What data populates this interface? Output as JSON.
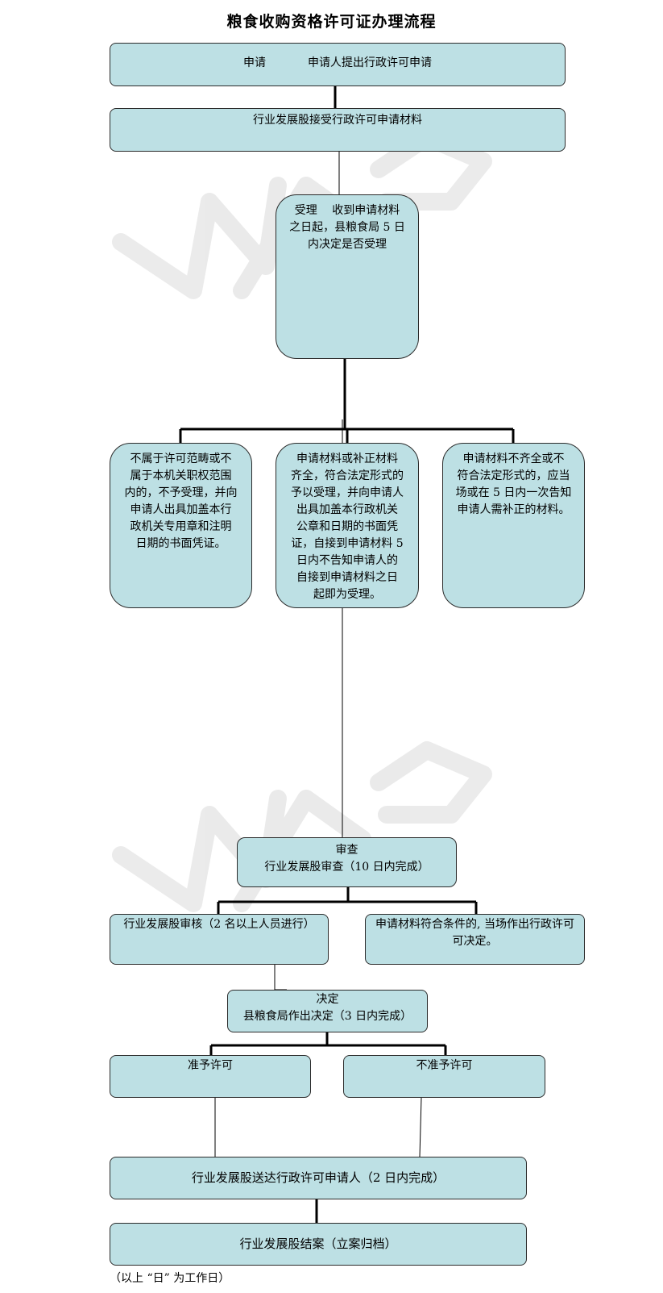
{
  "title": "粮食收购资格许可证办理流程",
  "steps": {
    "apply_stage": "申请",
    "apply_text": "申请人提出行政许可申请",
    "receive": "行业发展股接受行政许可申请材料",
    "accept_lines": [
      "受理　 收到申请材料",
      "之日起，县粮食局 5 日",
      "内决定是否受理"
    ],
    "reject_lines": [
      "不属于许可范畴或不",
      "属于本机关职权范围",
      "内的，不予受理，并向",
      "申请人出具加盖本行",
      "政机关专用章和注明",
      "日期的书面凭证。"
    ],
    "complete_lines": [
      "申请材料或补正材料",
      "齐全，符合法定形式的",
      "予以受理，并向申请人",
      "出具加盖本行政机关",
      "公章和日期的书面凭",
      "证，自接到申请材料 5",
      "日内不告知申请人的",
      "自接到申请材料之日",
      "起即为受理。"
    ],
    "incomplete_lines": [
      "申请材料不齐全或不",
      "符合法定形式的，应当",
      "场或在 5 日内一次告知",
      "申请人需补正的材料。"
    ],
    "review_stage": "审查",
    "review_text": "行业发展股审查（10 日内完成）",
    "verify": "行业发展股审核（2 名以上人员进行）",
    "onsite_lines": [
      "申请材料符合条件的, 当场作出行政许可",
      "可决定。"
    ],
    "decide_stage": "决定",
    "decide_text": "县粮食局作出决定（3 日内完成）",
    "grant": "准予许可",
    "deny": "不准予许可",
    "deliver": "行业发展股送达行政许可申请人（2 日内完成）",
    "close": "行业发展股结案（立案归档）"
  },
  "footnote": "（以上 “日” 为工作日）",
  "colors": {
    "node_fill": "#bde0e4",
    "node_border": "#2b2b2b",
    "line": "#000000"
  },
  "watermark": "WPS"
}
